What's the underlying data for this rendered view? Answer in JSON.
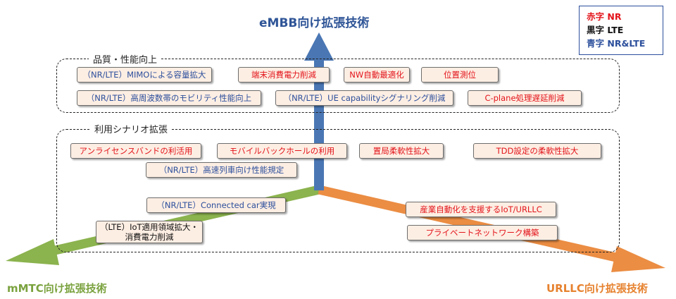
{
  "axes": {
    "embb": "eMBB向け拡張技術",
    "mmtc": "mMTC向け拡張技術",
    "urllc": "URLLC向け拡張技術"
  },
  "colors": {
    "embb": "#4a77b4",
    "mmtc": "#8bb34e",
    "urllc": "#eb8d43"
  },
  "legend": {
    "red": "赤字 NR",
    "black": "黒字 LTE",
    "blue": "青字 NR&LTE"
  },
  "groups": {
    "quality": "品質・性能向上",
    "scenario": "利用シナリオ拡張"
  },
  "items": {
    "mimo": "（NR/LTE）MIMOによる容量拡大",
    "power": "端末消費電力削減",
    "nw_opt": "NW自動最適化",
    "position": "位置測位",
    "mobility": "（NR/LTE）高周波数帯のモビリティ性能向上",
    "ue_cap": "（NR/LTE）UE capabilityシグナリング削減",
    "cplane": "C-plane処理遅延削減",
    "unlicensed": "アンライセンスバンドの利活用",
    "backhaul": "モバイルバックホールの利用",
    "placement": "置局柔軟性拡大",
    "tdd": "TDD設定の柔軟性拡大",
    "hst": "（NR/LTE）高速列車向け性能規定",
    "car": "（NR/LTE）Connected car実現",
    "iot": "産業自動化を支援するIoT/URLLC",
    "private": "プライベートネットワーク構築",
    "lte_iot_1": "（LTE）IoT適用領域拡大・",
    "lte_iot_2": "消費電力削減"
  }
}
